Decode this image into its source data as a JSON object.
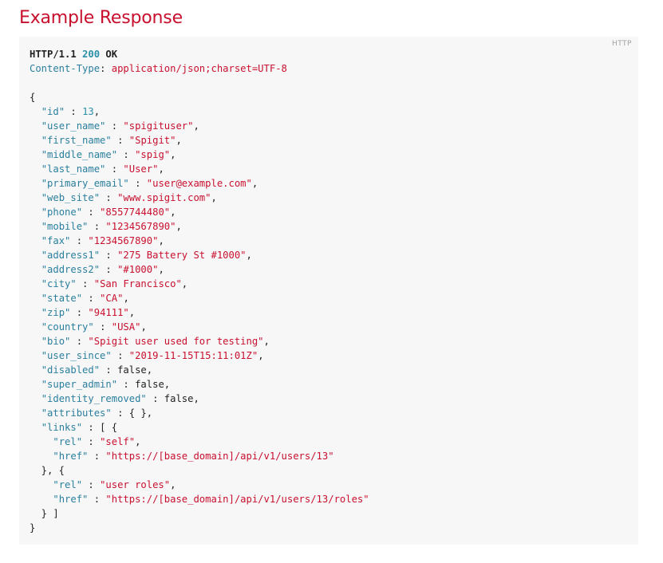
{
  "heading": "Example Response",
  "lang_tag": "HTTP",
  "status_line": {
    "protocol": "HTTP/1.1",
    "code": "200",
    "reason": "OK"
  },
  "headers": [
    {
      "name": "Content-Type",
      "value": "application/json;charset=UTF-8"
    }
  ],
  "body_lines": [
    [
      [
        "p",
        "{"
      ]
    ],
    [
      [
        "p",
        "  "
      ],
      [
        "k",
        "\"id\""
      ],
      [
        "p",
        " : "
      ],
      [
        "n",
        "13"
      ],
      [
        "p",
        ","
      ]
    ],
    [
      [
        "p",
        "  "
      ],
      [
        "k",
        "\"user_name\""
      ],
      [
        "p",
        " : "
      ],
      [
        "s",
        "\"spigituser\""
      ],
      [
        "p",
        ","
      ]
    ],
    [
      [
        "p",
        "  "
      ],
      [
        "k",
        "\"first_name\""
      ],
      [
        "p",
        " : "
      ],
      [
        "s",
        "\"Spigit\""
      ],
      [
        "p",
        ","
      ]
    ],
    [
      [
        "p",
        "  "
      ],
      [
        "k",
        "\"middle_name\""
      ],
      [
        "p",
        " : "
      ],
      [
        "s",
        "\"spig\""
      ],
      [
        "p",
        ","
      ]
    ],
    [
      [
        "p",
        "  "
      ],
      [
        "k",
        "\"last_name\""
      ],
      [
        "p",
        " : "
      ],
      [
        "s",
        "\"User\""
      ],
      [
        "p",
        ","
      ]
    ],
    [
      [
        "p",
        "  "
      ],
      [
        "k",
        "\"primary_email\""
      ],
      [
        "p",
        " : "
      ],
      [
        "s",
        "\"user@example.com\""
      ],
      [
        "p",
        ","
      ]
    ],
    [
      [
        "p",
        "  "
      ],
      [
        "k",
        "\"web_site\""
      ],
      [
        "p",
        " : "
      ],
      [
        "s",
        "\"www.spigit.com\""
      ],
      [
        "p",
        ","
      ]
    ],
    [
      [
        "p",
        "  "
      ],
      [
        "k",
        "\"phone\""
      ],
      [
        "p",
        " : "
      ],
      [
        "s",
        "\"8557744480\""
      ],
      [
        "p",
        ","
      ]
    ],
    [
      [
        "p",
        "  "
      ],
      [
        "k",
        "\"mobile\""
      ],
      [
        "p",
        " : "
      ],
      [
        "s",
        "\"1234567890\""
      ],
      [
        "p",
        ","
      ]
    ],
    [
      [
        "p",
        "  "
      ],
      [
        "k",
        "\"fax\""
      ],
      [
        "p",
        " : "
      ],
      [
        "s",
        "\"1234567890\""
      ],
      [
        "p",
        ","
      ]
    ],
    [
      [
        "p",
        "  "
      ],
      [
        "k",
        "\"address1\""
      ],
      [
        "p",
        " : "
      ],
      [
        "s",
        "\"275 Battery St #1000\""
      ],
      [
        "p",
        ","
      ]
    ],
    [
      [
        "p",
        "  "
      ],
      [
        "k",
        "\"address2\""
      ],
      [
        "p",
        " : "
      ],
      [
        "s",
        "\"#1000\""
      ],
      [
        "p",
        ","
      ]
    ],
    [
      [
        "p",
        "  "
      ],
      [
        "k",
        "\"city\""
      ],
      [
        "p",
        " : "
      ],
      [
        "s",
        "\"San Francisco\""
      ],
      [
        "p",
        ","
      ]
    ],
    [
      [
        "p",
        "  "
      ],
      [
        "k",
        "\"state\""
      ],
      [
        "p",
        " : "
      ],
      [
        "s",
        "\"CA\""
      ],
      [
        "p",
        ","
      ]
    ],
    [
      [
        "p",
        "  "
      ],
      [
        "k",
        "\"zip\""
      ],
      [
        "p",
        " : "
      ],
      [
        "s",
        "\"94111\""
      ],
      [
        "p",
        ","
      ]
    ],
    [
      [
        "p",
        "  "
      ],
      [
        "k",
        "\"country\""
      ],
      [
        "p",
        " : "
      ],
      [
        "s",
        "\"USA\""
      ],
      [
        "p",
        ","
      ]
    ],
    [
      [
        "p",
        "  "
      ],
      [
        "k",
        "\"bio\""
      ],
      [
        "p",
        " : "
      ],
      [
        "s",
        "\"Spigit user used for testing\""
      ],
      [
        "p",
        ","
      ]
    ],
    [
      [
        "p",
        "  "
      ],
      [
        "k",
        "\"user_since\""
      ],
      [
        "p",
        " : "
      ],
      [
        "s",
        "\"2019-11-15T15:11:01Z\""
      ],
      [
        "p",
        ","
      ]
    ],
    [
      [
        "p",
        "  "
      ],
      [
        "k",
        "\"disabled\""
      ],
      [
        "p",
        " : "
      ],
      [
        "l",
        "false"
      ],
      [
        "p",
        ","
      ]
    ],
    [
      [
        "p",
        "  "
      ],
      [
        "k",
        "\"super_admin\""
      ],
      [
        "p",
        " : "
      ],
      [
        "l",
        "false"
      ],
      [
        "p",
        ","
      ]
    ],
    [
      [
        "p",
        "  "
      ],
      [
        "k",
        "\"identity_removed\""
      ],
      [
        "p",
        " : "
      ],
      [
        "l",
        "false"
      ],
      [
        "p",
        ","
      ]
    ],
    [
      [
        "p",
        "  "
      ],
      [
        "k",
        "\"attributes\""
      ],
      [
        "p",
        " : { },"
      ]
    ],
    [
      [
        "p",
        "  "
      ],
      [
        "k",
        "\"links\""
      ],
      [
        "p",
        " : [ {"
      ]
    ],
    [
      [
        "p",
        "    "
      ],
      [
        "k",
        "\"rel\""
      ],
      [
        "p",
        " : "
      ],
      [
        "s",
        "\"self\""
      ],
      [
        "p",
        ","
      ]
    ],
    [
      [
        "p",
        "    "
      ],
      [
        "k",
        "\"href\""
      ],
      [
        "p",
        " : "
      ],
      [
        "s",
        "\"https://[base_domain]/api/v1/users/13\""
      ]
    ],
    [
      [
        "p",
        "  }, {"
      ]
    ],
    [
      [
        "p",
        "    "
      ],
      [
        "k",
        "\"rel\""
      ],
      [
        "p",
        " : "
      ],
      [
        "s",
        "\"user roles\""
      ],
      [
        "p",
        ","
      ]
    ],
    [
      [
        "p",
        "    "
      ],
      [
        "k",
        "\"href\""
      ],
      [
        "p",
        " : "
      ],
      [
        "s",
        "\"https://[base_domain]/api/v1/users/13/roles\""
      ]
    ],
    [
      [
        "p",
        "  } ]"
      ]
    ],
    [
      [
        "p",
        "}"
      ]
    ]
  ],
  "colors": {
    "heading": "#c8102e",
    "string": "#c8102e",
    "key": "#2a7f9e",
    "number": "#2a8fa8",
    "background": "#f7f7f8"
  }
}
